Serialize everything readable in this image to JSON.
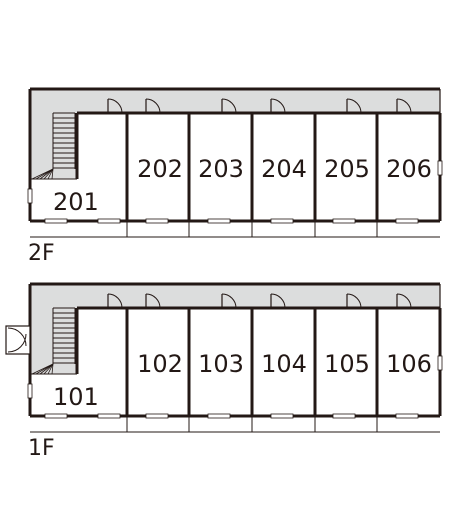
{
  "floors": [
    {
      "label": "2F",
      "rooms": [
        {
          "number": "201",
          "kind": "stair-unit"
        },
        {
          "number": "202"
        },
        {
          "number": "203"
        },
        {
          "number": "204"
        },
        {
          "number": "205"
        },
        {
          "number": "206"
        }
      ],
      "has_entrance_porch": false
    },
    {
      "label": "1F",
      "rooms": [
        {
          "number": "101",
          "kind": "stair-unit"
        },
        {
          "number": "102"
        },
        {
          "number": "103"
        },
        {
          "number": "104"
        },
        {
          "number": "105"
        },
        {
          "number": "106"
        }
      ],
      "has_entrance_porch": true
    }
  ],
  "colors": {
    "wall": "#231815",
    "corridor": "#dcdddd",
    "background": "#ffffff"
  }
}
